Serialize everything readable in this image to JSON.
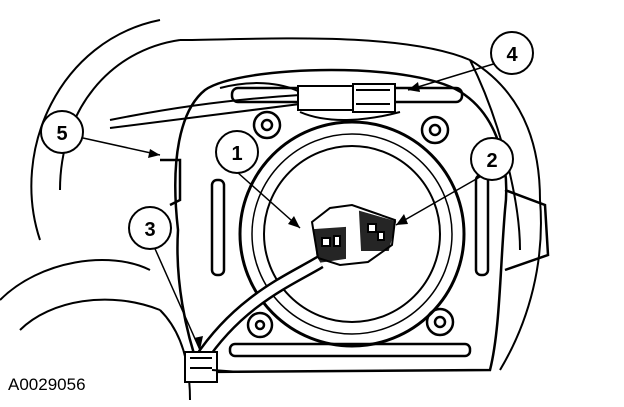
{
  "figure": {
    "id": "A0029056",
    "callouts": [
      {
        "number": "1",
        "part": "connector-left"
      },
      {
        "number": "2",
        "part": "connector-right"
      },
      {
        "number": "3",
        "part": "wiring-harness"
      },
      {
        "number": "4",
        "part": "top-connector"
      },
      {
        "number": "5",
        "part": "housing-edge"
      }
    ]
  }
}
